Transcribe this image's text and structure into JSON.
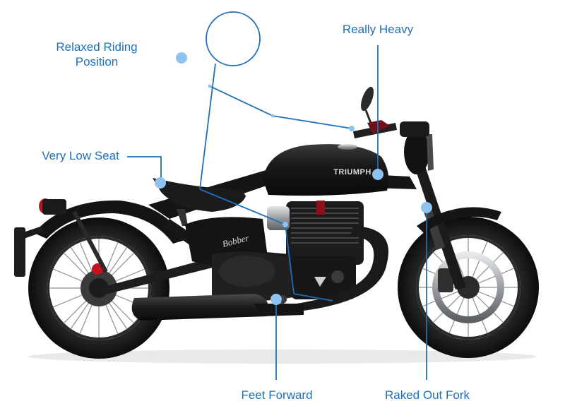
{
  "labels": {
    "relaxed_line1": "Relaxed Riding",
    "relaxed_line2": "Position",
    "really_heavy": "Really Heavy",
    "very_low_seat": "Very Low Seat",
    "feet_forward": "Feet Forward",
    "raked_out_fork": "Raked Out Fork"
  },
  "badge": {
    "tank_brand": "TRIUMPH",
    "side_cover": "Bobber"
  },
  "colors": {
    "callout": "#1f6fb8",
    "callout_dot": "#8ec3ef",
    "bike_body": "#121212",
    "tire": "#1a1a1a",
    "chrome": "#b9bcc0",
    "tail_light": "#c4121f"
  },
  "illustration": "black bobber motorcycle, side view, facing right"
}
